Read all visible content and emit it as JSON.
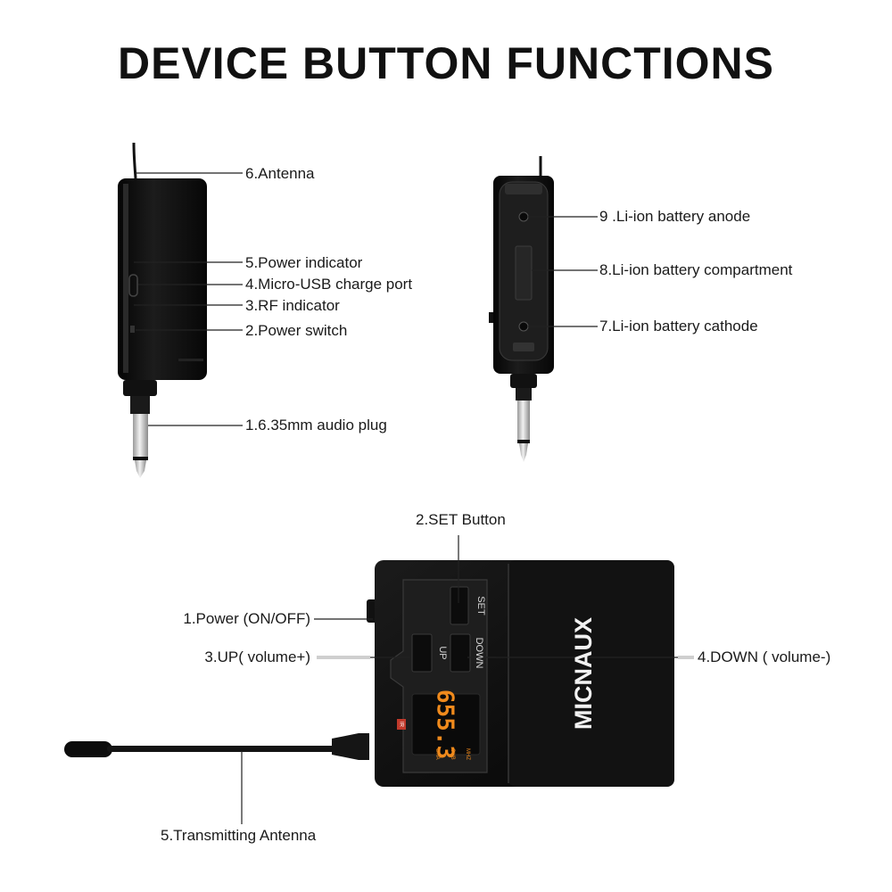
{
  "title": "DEVICE BUTTON FUNCTIONS",
  "receiver_labels": [
    "6.Antenna",
    "5.Power indicator",
    "4.Micro-USB charge port",
    "3.RF indicator",
    "2.Power switch",
    "1.6.35mm audio plug"
  ],
  "battery_labels": [
    "9 .Li-ion battery anode",
    "8.Li-ion battery compartment",
    "7.Li-ion battery cathode"
  ],
  "transmitter_labels": {
    "set": "2.SET Button",
    "power": "1.Power (ON/OFF)",
    "up": "3.UP( volume+)",
    "down": "4.DOWN ( volume-)",
    "antenna": "5.Transmitting Antenna"
  },
  "device": {
    "brand": "MICNAUX",
    "set_key": "SET",
    "up_key": "UP",
    "down_key": "DOWN",
    "display_value": "655.3",
    "display_tags": [
      "CHA",
      "CHB",
      "MHZ"
    ],
    "ir_tag": "IR"
  },
  "colors": {
    "device_body": "#0d0d0d",
    "panel": "#1a1a1a",
    "display_digits": "#f08a1c",
    "leader_line": "#222222"
  }
}
